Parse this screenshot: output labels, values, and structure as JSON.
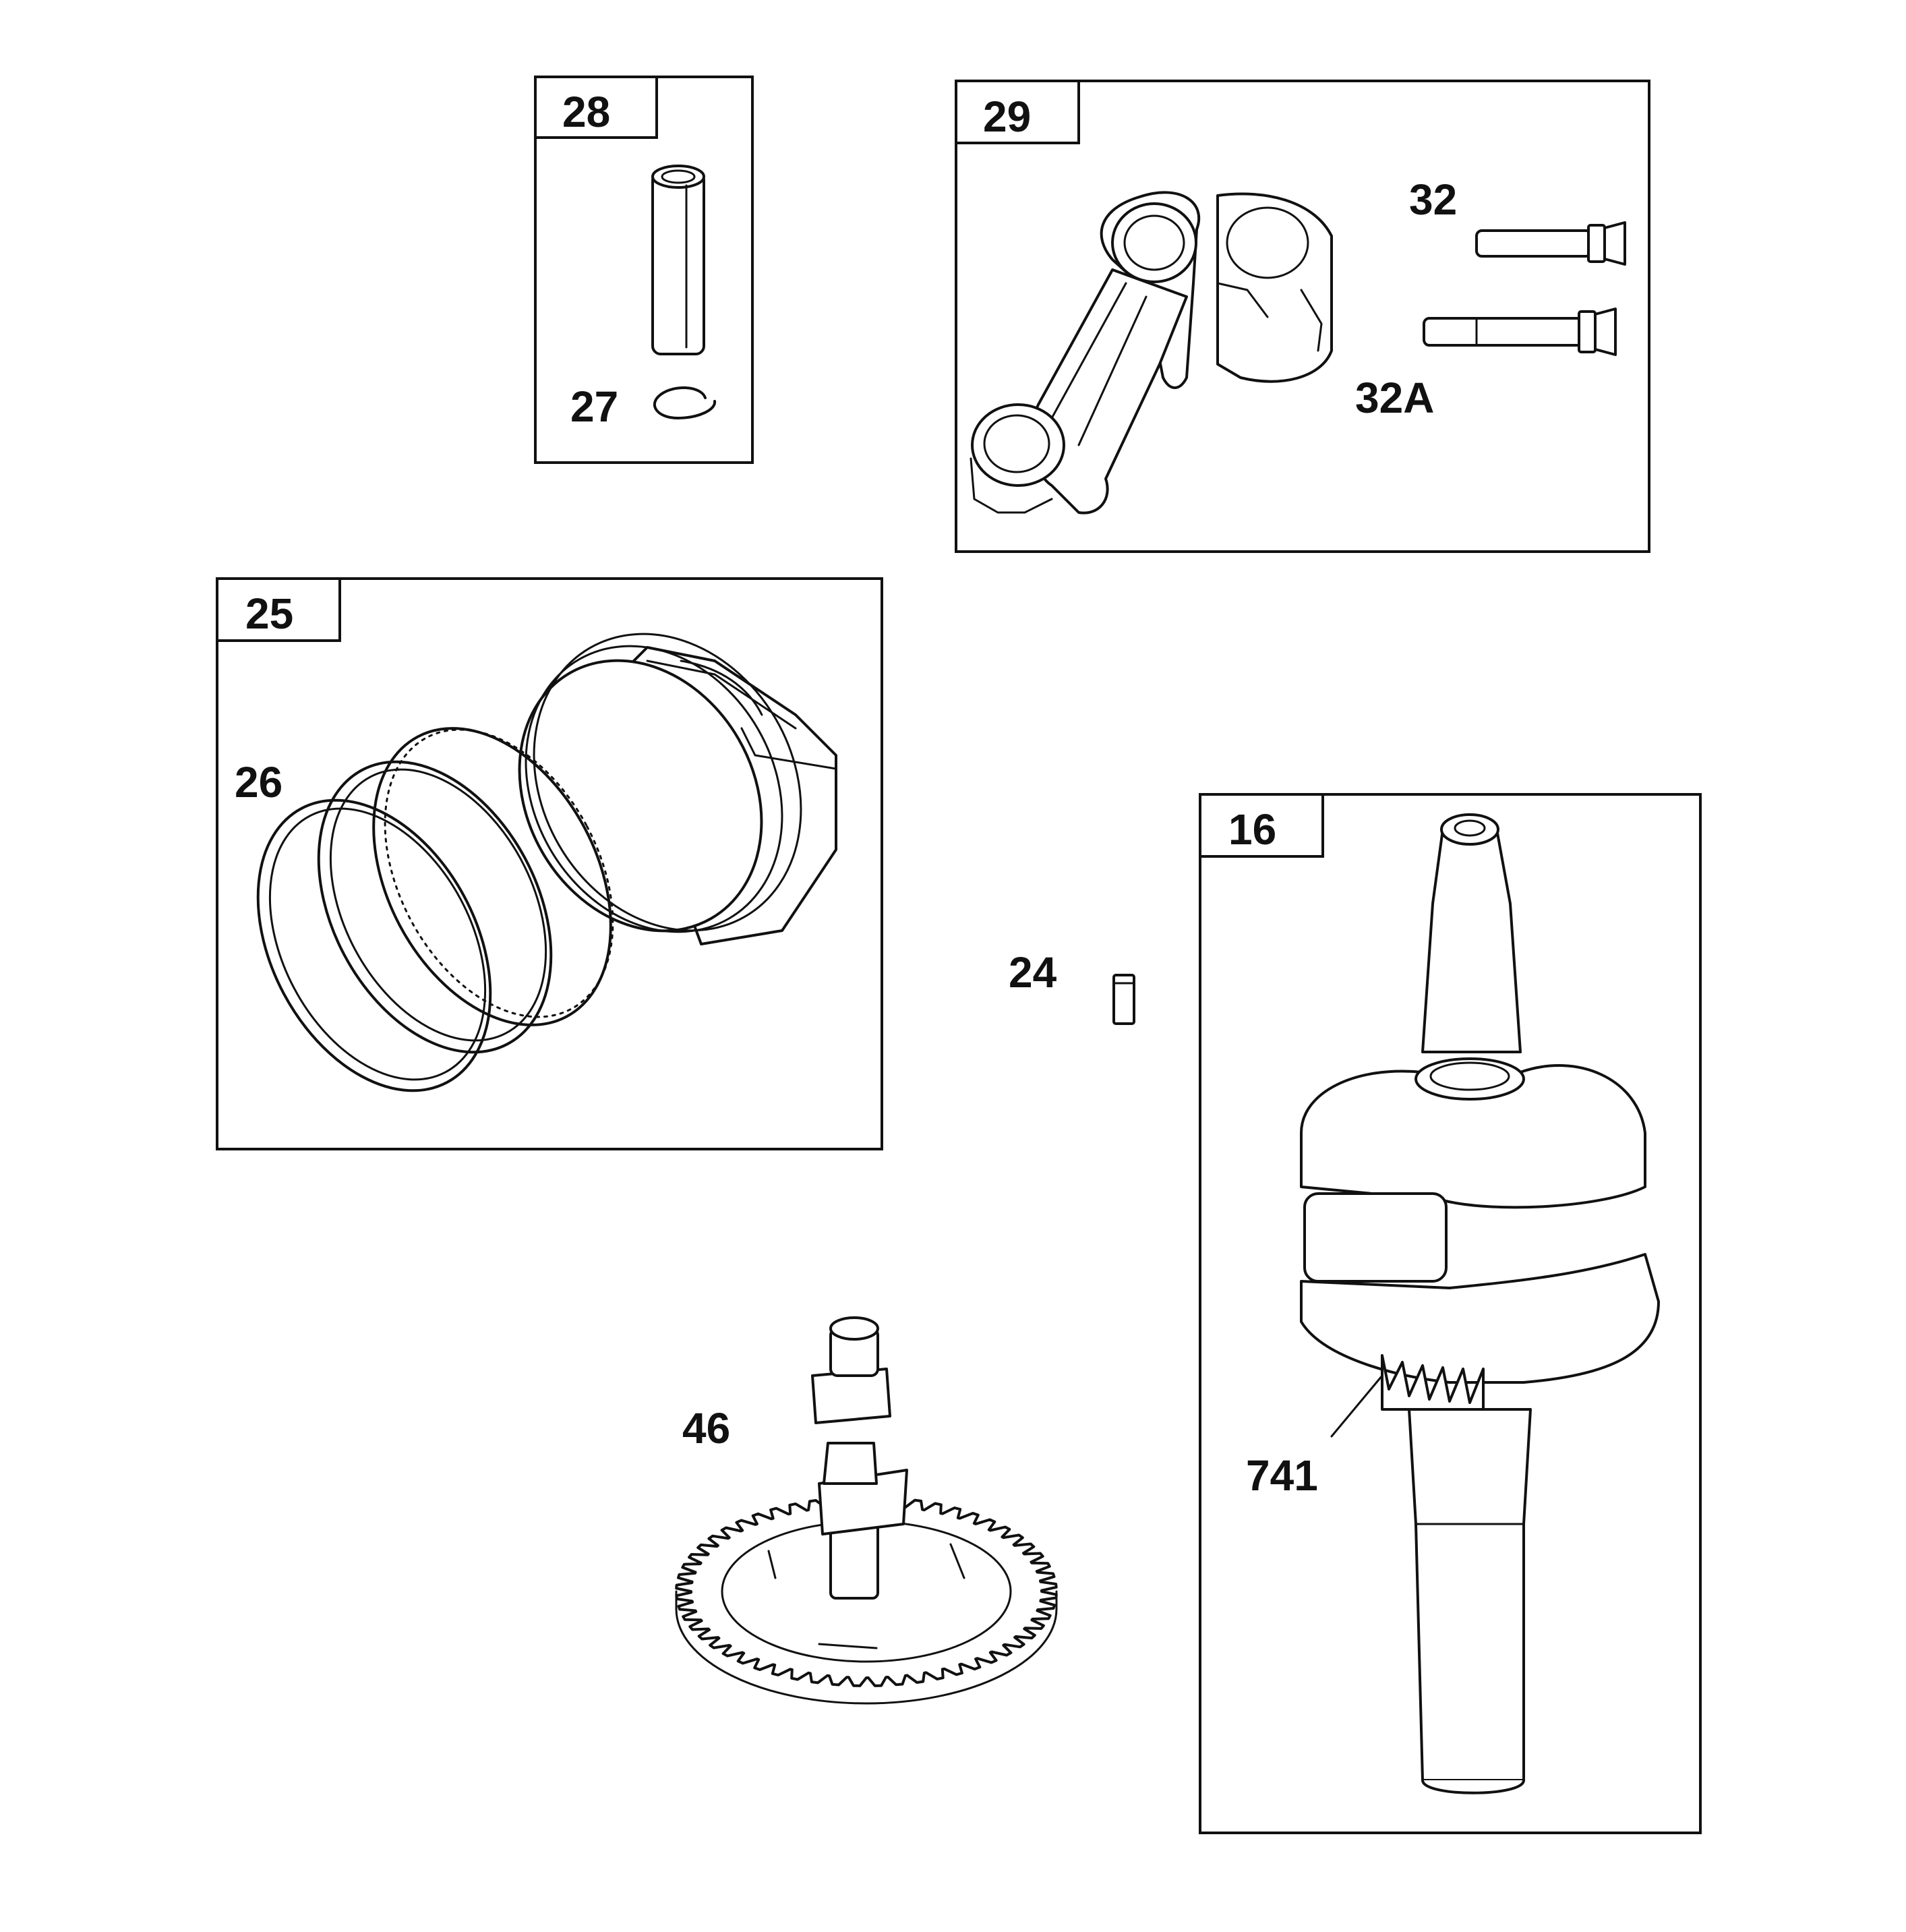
{
  "panels": [
    {
      "id": "panel-28",
      "label": "28"
    },
    {
      "id": "panel-29",
      "label": "29"
    },
    {
      "id": "panel-25",
      "label": "25"
    },
    {
      "id": "panel-16",
      "label": "16"
    }
  ],
  "callouts": {
    "c27": "27",
    "c32": "32",
    "c32a": "32A",
    "c26": "26",
    "c24": "24",
    "c46": "46",
    "c741": "741"
  }
}
